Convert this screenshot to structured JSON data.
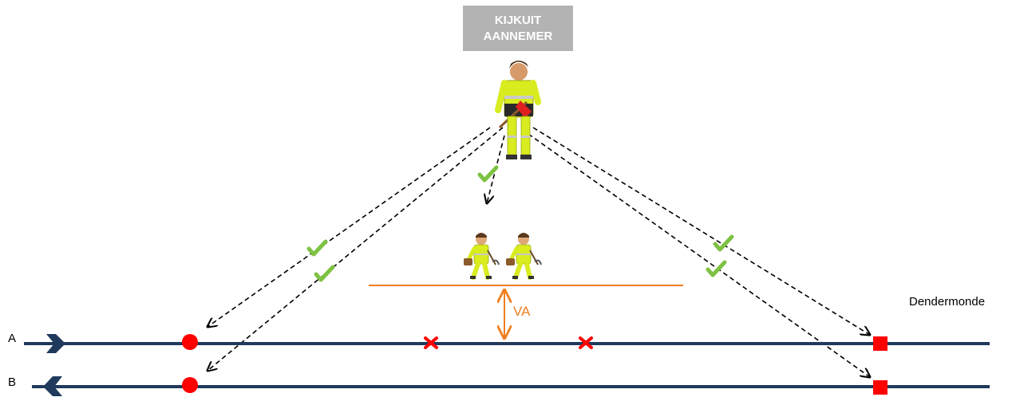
{
  "title": {
    "line1": "KIJKUIT",
    "line2": "AANNEMER"
  },
  "station_label": "Dendermonde",
  "tracks": [
    {
      "label": "A",
      "direction": "right"
    },
    {
      "label": "B",
      "direction": "left"
    }
  ],
  "distance_label": "VA",
  "icons": {
    "lookout": "lookout-worker-icon",
    "workers": "track-worker-icon",
    "check": "checkmark-icon",
    "signal_circle": "red-circle-signal-icon",
    "signal_square": "red-square-signal-icon",
    "work_limit": "red-cross-icon"
  },
  "colors": {
    "track": "#1f3a5c",
    "accent": "#f07f21",
    "signal": "#ff0000",
    "check": "#7dc242",
    "title_bg": "#b3b3b3",
    "vest": "#d9ec1f"
  }
}
